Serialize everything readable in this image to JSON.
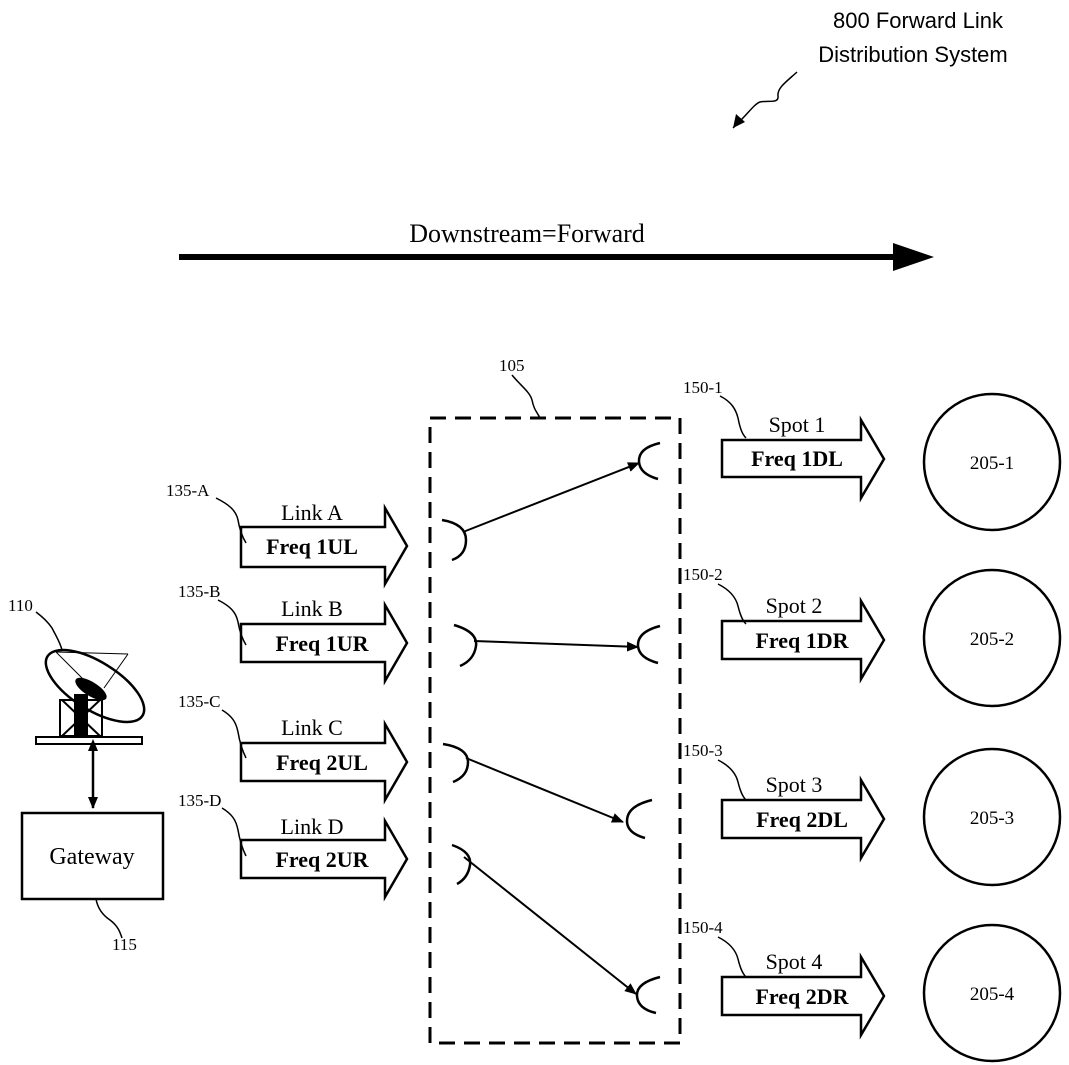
{
  "title": {
    "line1": "800 Forward Link",
    "line2": "Distribution System"
  },
  "direction_label": "Downstream=Forward",
  "switch": {
    "ref": "105"
  },
  "gateway": {
    "label": "Gateway",
    "ref": "115"
  },
  "antenna": {
    "ref": "110"
  },
  "uplinks": [
    {
      "ref": "135-A",
      "name": "Link A",
      "freq": "Freq 1UL"
    },
    {
      "ref": "135-B",
      "name": "Link B",
      "freq": "Freq 1UR"
    },
    {
      "ref": "135-C",
      "name": "Link C",
      "freq": "Freq 2UL"
    },
    {
      "ref": "135-D",
      "name": "Link D",
      "freq": "Freq 2UR"
    }
  ],
  "downlinks": [
    {
      "ref": "150-1",
      "name": "Spot 1",
      "freq": "Freq 1DL",
      "cell": "205-1"
    },
    {
      "ref": "150-2",
      "name": "Spot 2",
      "freq": "Freq 1DR",
      "cell": "205-2"
    },
    {
      "ref": "150-3",
      "name": "Spot 3",
      "freq": "Freq 2DL",
      "cell": "205-3"
    },
    {
      "ref": "150-4",
      "name": "Spot 4",
      "freq": "Freq 2DR",
      "cell": "205-4"
    }
  ]
}
